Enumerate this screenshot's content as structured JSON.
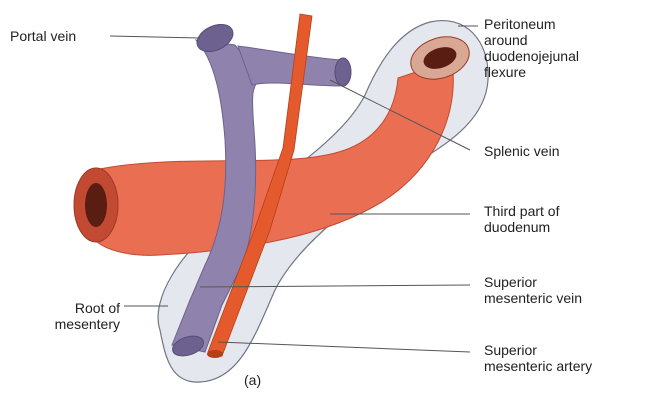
{
  "labels": {
    "portal_vein": "Portal vein",
    "peritoneum": [
      "Peritoneum",
      "around",
      "duodenojejunal",
      "flexure"
    ],
    "splenic_vein": "Splenic vein",
    "third_part_duodenum": [
      "Third part of",
      "duodenum"
    ],
    "superior_mesenteric_vein": [
      "Superior",
      "mesenteric vein"
    ],
    "superior_mesenteric_artery": [
      "Superior",
      "mesenteric artery"
    ],
    "root_of_mesentery": [
      "Root of",
      "mesentery"
    ],
    "panel": "(a)"
  },
  "colors": {
    "vein": "#8f83ad",
    "vein_dark": "#6d628f",
    "duodenum": "#ea6e52",
    "duodenum_dark": "#c24a33",
    "artery": "#e45a2c",
    "peritoneum_fill": "#cdd4df",
    "peritoneum_edge": "#6f7684",
    "leader": "#555555"
  }
}
